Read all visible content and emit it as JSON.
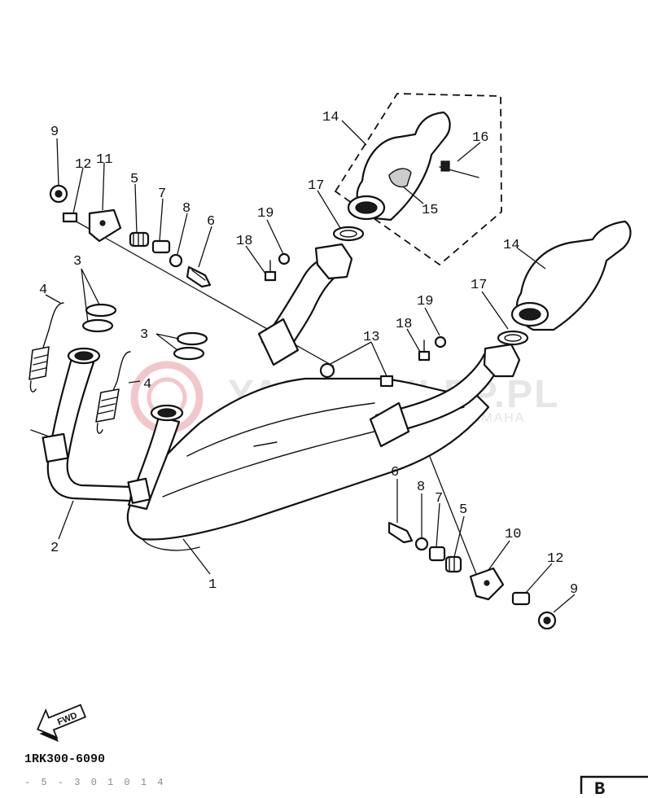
{
  "watermark": {
    "brand": "YAMA-SKLEP.PL",
    "tagline": "WORLD OF SERVICE PARTS YAMAHA",
    "accent_color": "#e0707a"
  },
  "diagram": {
    "code": "1RK300-6090",
    "sub_code": "- 5 - 3 0 1 0 1 4",
    "fwd_label": "FWD",
    "corner_tab": "B"
  },
  "callouts": [
    "1",
    "2",
    "3",
    "3",
    "4",
    "4",
    "5",
    "5",
    "6",
    "6",
    "7",
    "7",
    "8",
    "8",
    "9",
    "9",
    "10",
    "11",
    "12",
    "12",
    "13",
    "14",
    "14",
    "15",
    "16",
    "17",
    "17",
    "18",
    "18",
    "19",
    "19"
  ],
  "icons": {
    "fwd": "fwd-arrow-icon",
    "watermark": "yamaha-tuning-fork-logo"
  }
}
